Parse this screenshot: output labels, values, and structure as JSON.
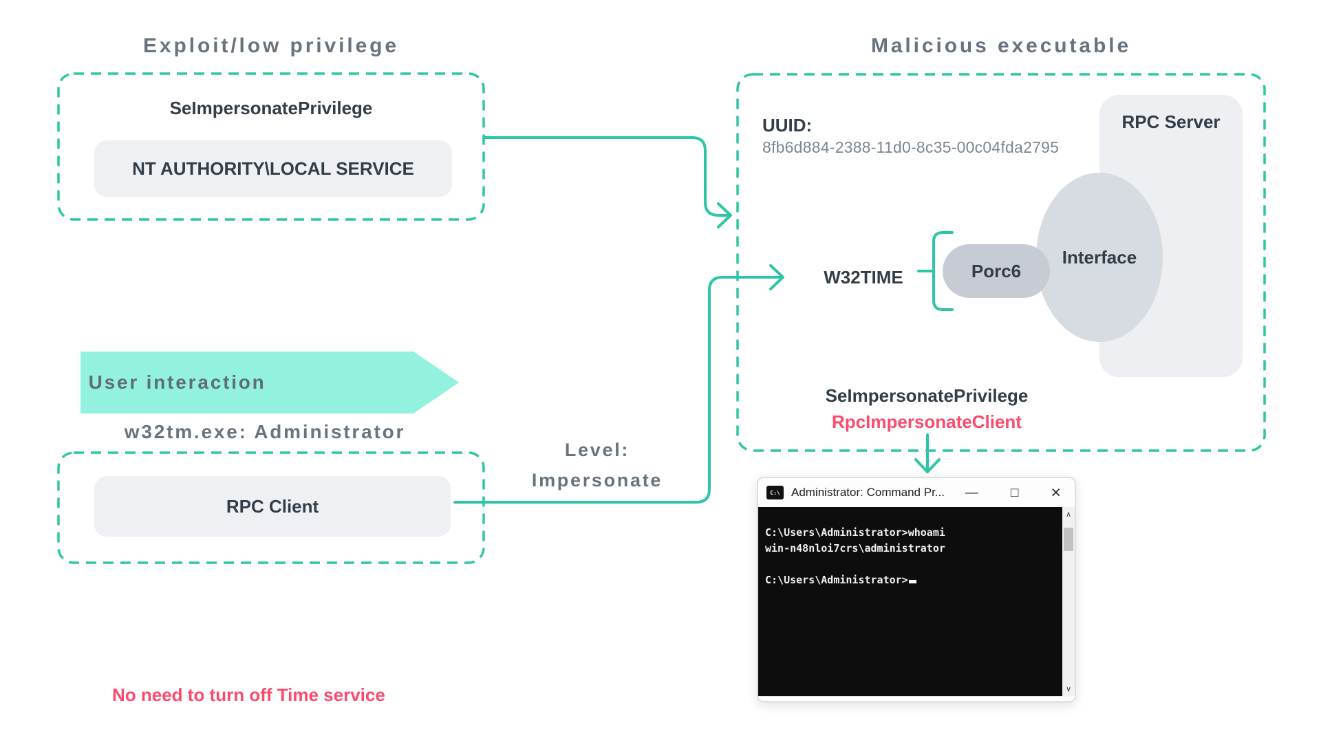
{
  "palette": {
    "teal": "#2ec5a6",
    "mint": "#93f2de",
    "heading_gray": "#68737f",
    "dark": "#333d47",
    "muted_gray": "#7b8591",
    "red": "#fc4a6d",
    "pill_bg": "#eef0f4",
    "porc_bg": "#c6cbd4",
    "ellipse_bg": "#d7dbe2",
    "server_bg": "#edeff3",
    "term_bg": "#0d0d0d"
  },
  "exploit": {
    "heading": "Exploit/low privilege",
    "privilege": "SeImpersonatePrivilege",
    "account": "NT AUTHORITY\\LOCAL SERVICE"
  },
  "malicious": {
    "heading": "Malicious executable",
    "uuid_label": "UUID:",
    "uuid_value": "8fb6d884-2388-11d0-8c35-00c04fda2795",
    "rpc_server_label": "RPC Server",
    "interface_label": "Interface",
    "endpoint_label": "Porc6",
    "service_label": "W32TIME",
    "privilege": "SeImpersonatePrivilege",
    "api_call": "RpcImpersonateClient"
  },
  "client_flow": {
    "banner_label": "User interaction",
    "process_label": "w32tm.exe: Administrator",
    "client_label": "RPC Client",
    "level_line1": "Level:",
    "level_line2": "Impersonate"
  },
  "footnote": "No need to turn off Time service",
  "cmd_window": {
    "icon_glyph": "C:\\",
    "title": "Administrator: Command Pr...",
    "minimize_glyph": "—",
    "maximize_glyph": "□",
    "close_glyph": "×",
    "scroll_up_glyph": "∧",
    "scroll_down_glyph": "∨",
    "lines": [
      "C:\\Users\\Administrator>whoami",
      "win-n48nloi7crs\\administrator",
      "",
      "C:\\Users\\Administrator>"
    ]
  }
}
